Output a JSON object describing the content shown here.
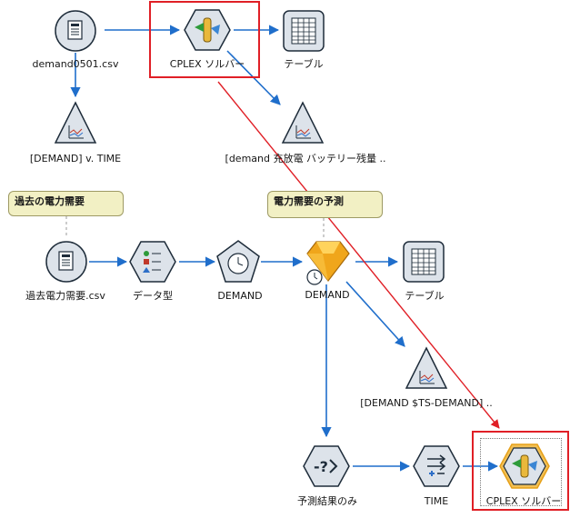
{
  "nodes": {
    "demand0501": "demand0501.csv",
    "cplex_top": "CPLEX ソルバー",
    "table_top": "テーブル",
    "plot_demand_time": "[DEMAND] v. TIME",
    "plot_battery": "[demand 充放電 バッテリー残量 ..",
    "kako_csv": "過去電力需要.csv",
    "data_type": "データ型",
    "demand_time": "DEMAND",
    "demand_model": "DEMAND",
    "table_mid": "テーブル",
    "plot_ts": "[DEMAND $TS-DEMAND] ..",
    "forecast_only": "予測結果のみ",
    "time_node": "TIME",
    "cplex_bottom": "CPLEX ソルバー"
  },
  "comments": {
    "past_demand": "過去の電力需要",
    "forecast": "電力需要の予測"
  },
  "colors": {
    "connector": "#1f6ecb",
    "annotation_red": "#e01f26",
    "node_fill": "#dde3ea",
    "node_stroke": "#1e2c3a",
    "comment_fill": "#f2f0c4"
  },
  "icons": {
    "demand0501": "file-source-icon",
    "cplex": "cplex-solver-icon",
    "table": "table-output-icon",
    "plot": "timeplot-graph-icon",
    "data_type": "type-field-ops-icon",
    "time_intervals": "time-intervals-icon",
    "model_nugget": "model-nugget-icon",
    "select": "select-record-icon",
    "filter": "filter-field-icon"
  }
}
